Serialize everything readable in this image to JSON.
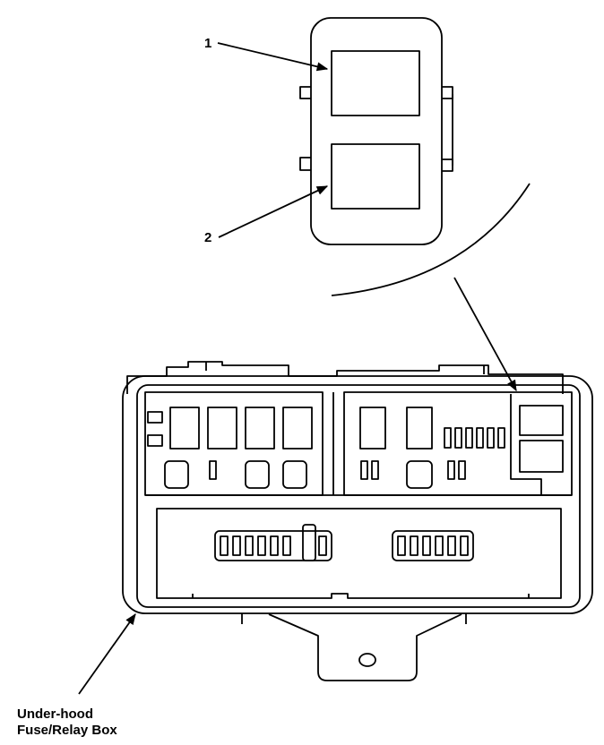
{
  "callouts": {
    "item_1": "1",
    "item_2": "2",
    "box_line1": "Under-hood",
    "box_line2": "Fuse/Relay Box"
  },
  "colors": {
    "line": "#000000",
    "background": "#ffffff"
  }
}
